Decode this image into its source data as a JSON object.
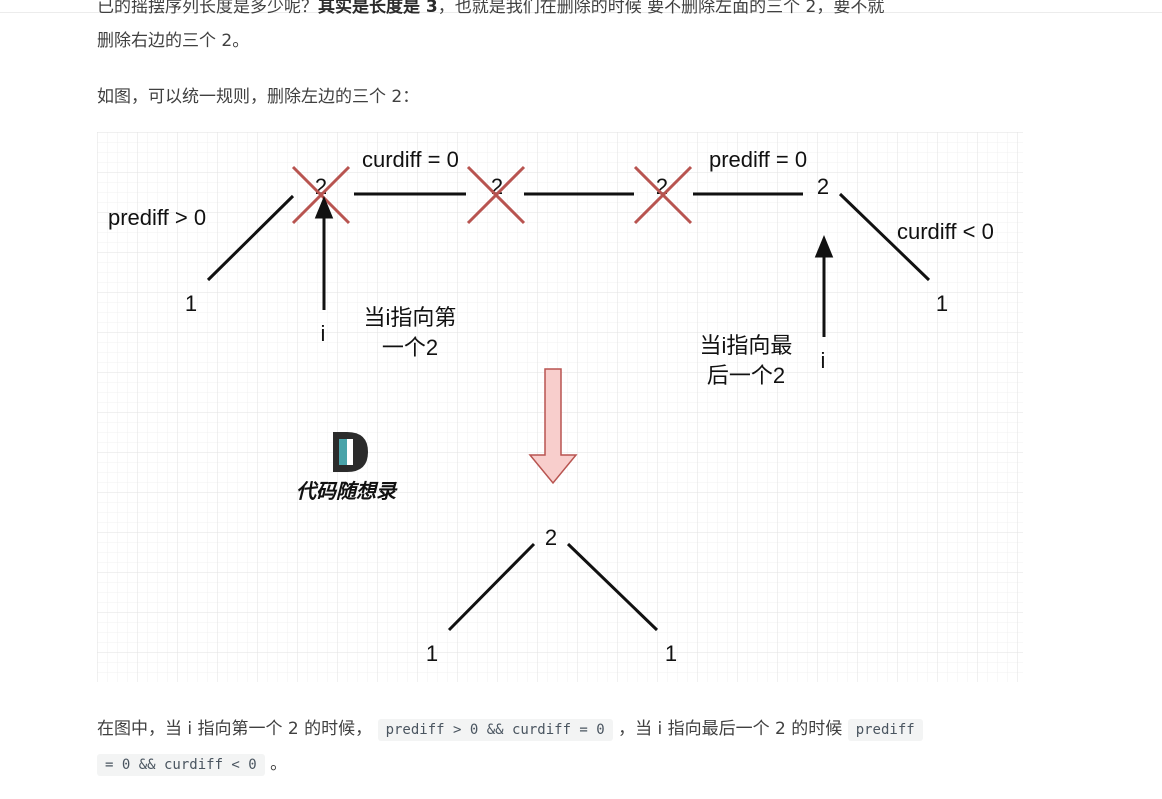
{
  "intro": {
    "line1_a": "已的摇摆序列长度是多少呢？",
    "line1_b": "其实是长度是 3",
    "line1_c": "，也就是我们在删除的时候 要不删除左面的三个 2，要不就",
    "line2": "删除右边的三个 2。"
  },
  "caption": "如图，可以统一规则，删除左边的三个 2：",
  "diagram": {
    "top_row": {
      "left_one": "1",
      "twos": [
        "2",
        "2",
        "2",
        "2"
      ],
      "right_one": "1",
      "prediff_gt_label": "prediff > 0",
      "curdiff_eq_label": "curdiff = 0",
      "prediff_eq_label": "prediff = 0",
      "curdiff_lt_label": "curdiff < 0",
      "pointer_left": "i",
      "pointer_right": "i",
      "note_first_line1": "当i指向第",
      "note_first_line2": "一个2",
      "note_last_line1": "当i指向最",
      "note_last_line2": "后一个2"
    },
    "bottom_row": {
      "left_one": "1",
      "top_two": "2",
      "right_one": "1"
    },
    "watermark": {
      "logo_letter": "D",
      "text": "代码随想录"
    },
    "colors": {
      "cross": "#b85450",
      "arrow_fill": "#f8cecc",
      "arrow_stroke": "#b85450",
      "grid": "#e9e9e9"
    }
  },
  "conclusion": {
    "text_a": "在图中，当 i 指向第一个 2 的时候，",
    "code_a": "prediff > 0 && curdiff = 0",
    "text_b": "，当 i 指向最后一个 2 的时候",
    "code_b1": "prediff",
    "code_b2": "= 0 && curdiff < 0",
    "text_c": "。"
  }
}
